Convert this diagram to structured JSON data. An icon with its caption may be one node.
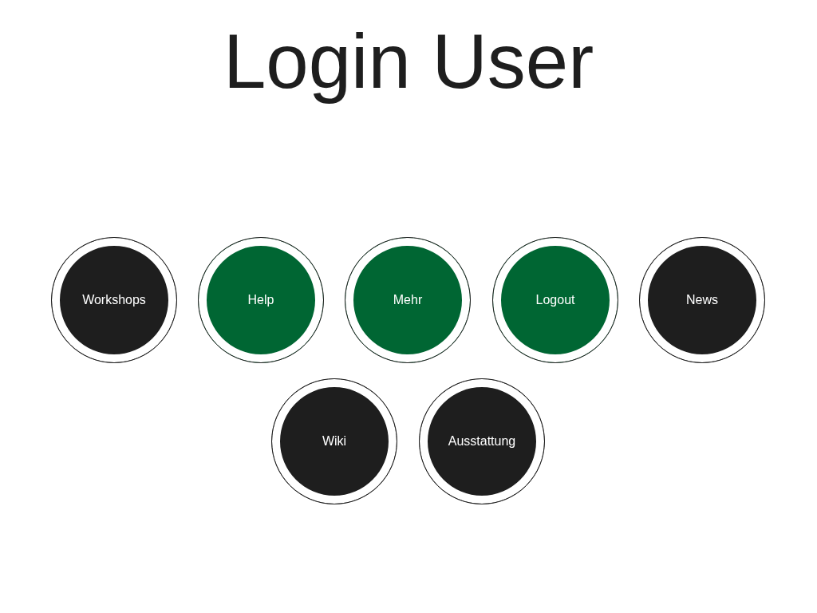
{
  "diagram": {
    "title": "Login User",
    "nodes": [
      {
        "text": [
          "Workshops"
        ]
      },
      {
        "text": [
          "Help"
        ]
      },
      {
        "text": [
          "Mehr"
        ]
      },
      {
        "text": [
          "Logout"
        ]
      },
      {
        "text": [
          "News"
        ]
      },
      {
        "text": [
          "Wiki"
        ]
      },
      {
        "text": [
          "Ausstattung"
        ]
      }
    ]
  }
}
